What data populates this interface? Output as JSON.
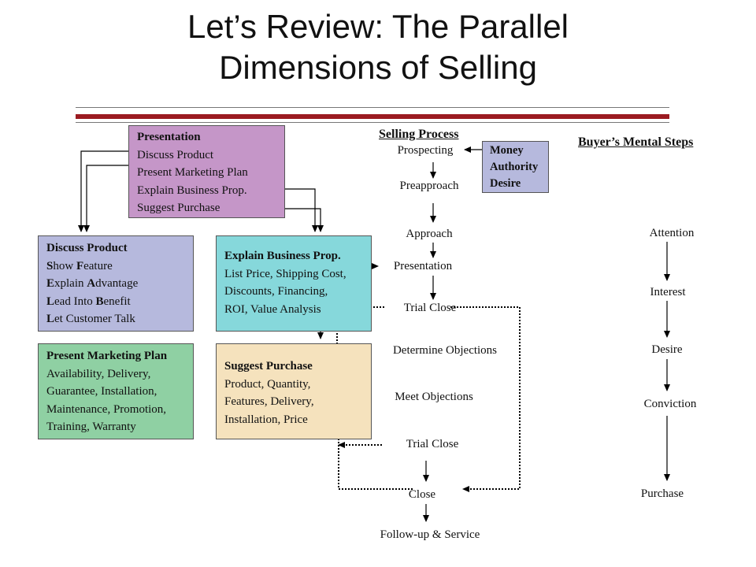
{
  "title": {
    "line1": "Let’s Review: The Parallel",
    "line2": "Dimensions of Selling"
  },
  "presentation_box": {
    "heading": "Presentation",
    "lines": [
      "Discuss Product",
      "Present Marketing Plan",
      "Explain Business Prop.",
      "Suggest Purchase"
    ]
  },
  "discuss_box": {
    "heading": "Discuss Product",
    "lines": [
      {
        "initial": "S",
        "rest": "how ",
        "bold2": "F",
        "rest2": "eature"
      },
      {
        "initial": "E",
        "rest": "xplain ",
        "bold2": "A",
        "rest2": "dvantage"
      },
      {
        "initial": "L",
        "rest": "ead Into ",
        "bold2": "B",
        "rest2": "enefit"
      },
      {
        "initial": "L",
        "rest": "et Customer Talk",
        "bold2": "",
        "rest2": ""
      }
    ]
  },
  "explain_box": {
    "heading": "Explain Business Prop.",
    "lines": [
      "List Price, Shipping Cost,",
      "Discounts, Financing,",
      "ROI, Value Analysis"
    ]
  },
  "marketing_box": {
    "heading": "Present Marketing Plan",
    "lines": [
      "Availability, Delivery,",
      "Guarantee, Installation,",
      "Maintenance, Promotion,",
      "Training, Warranty"
    ]
  },
  "suggest_box": {
    "heading": "Suggest Purchase",
    "lines": [
      "Product, Quantity,",
      "Features, Delivery,",
      "Installation, Price"
    ]
  },
  "mad_box": {
    "lines": [
      "Money",
      "Authority",
      "Desire"
    ]
  },
  "selling_process": {
    "heading": "Selling Process",
    "steps": [
      "Prospecting",
      "Preapproach",
      "Approach",
      "Presentation",
      "Trial Close",
      "Determine Objections",
      "Meet Objections",
      "Trial Close",
      "Close",
      "Follow-up & Service"
    ]
  },
  "buyers_steps": {
    "heading": "Buyer’s Mental Steps",
    "steps": [
      "Attention",
      "Interest",
      "Desire",
      "Conviction",
      "Purchase"
    ]
  }
}
